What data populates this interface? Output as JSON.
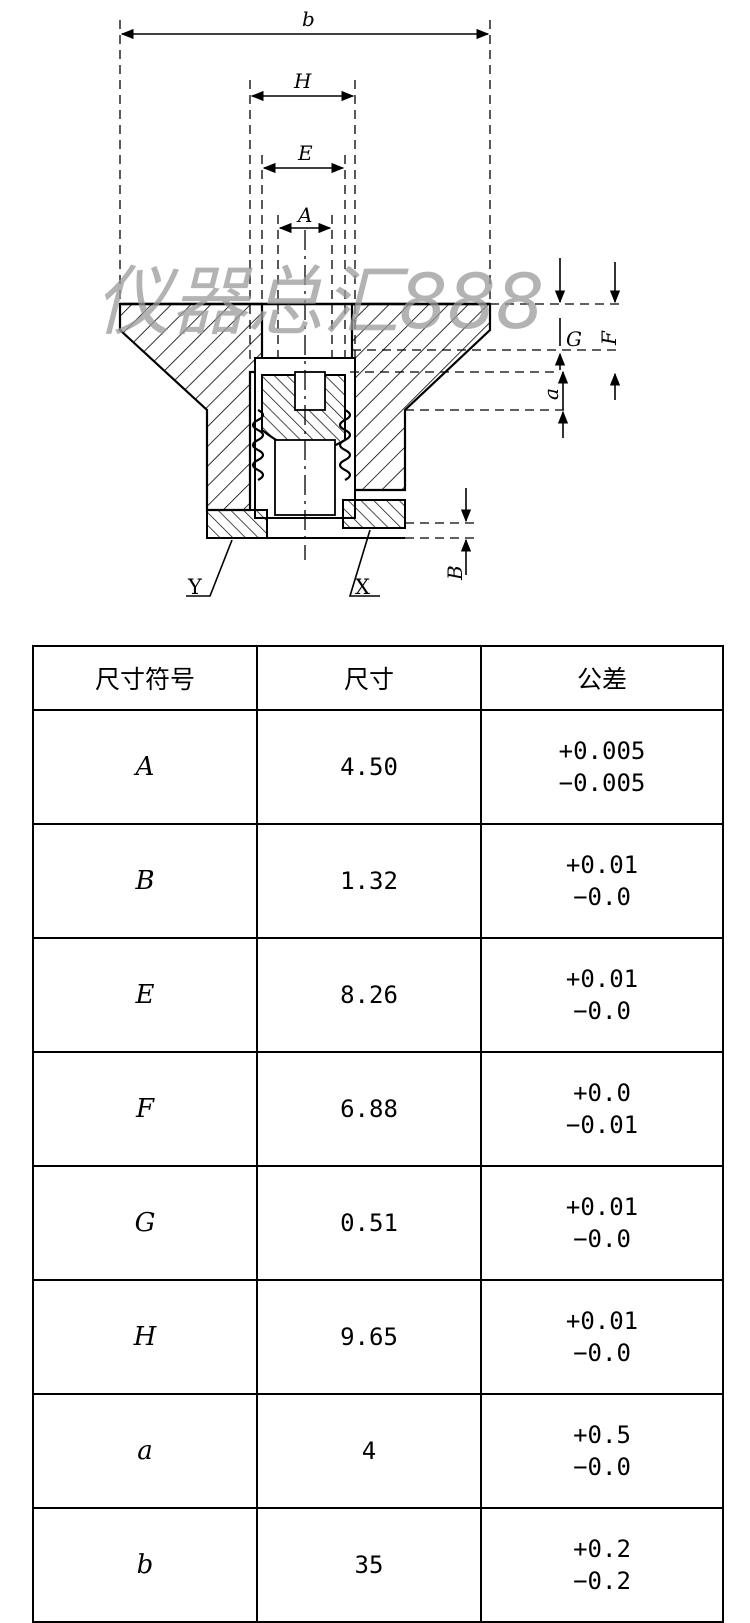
{
  "figure": {
    "dimension_labels": {
      "b": "b",
      "H": "H",
      "E": "E",
      "A": "A",
      "G": "G",
      "F": "F",
      "a": "a",
      "B": "B"
    },
    "callouts": {
      "Y": "Y",
      "X": "X"
    },
    "watermark": "仪器总汇888"
  },
  "table": {
    "headers": [
      "尺寸符号",
      "尺寸",
      "公差"
    ],
    "rows": [
      {
        "symbol": "A",
        "size": "4.50",
        "tol_plus": "+0.005",
        "tol_minus": "−0.005"
      },
      {
        "symbol": "B",
        "size": "1.32",
        "tol_plus": "+0.01",
        "tol_minus": "−0.0"
      },
      {
        "symbol": "E",
        "size": "8.26",
        "tol_plus": "+0.01",
        "tol_minus": "−0.0"
      },
      {
        "symbol": "F",
        "size": "6.88",
        "tol_plus": "+0.0",
        "tol_minus": "−0.01"
      },
      {
        "symbol": "G",
        "size": "0.51",
        "tol_plus": "+0.01",
        "tol_minus": "−0.0"
      },
      {
        "symbol": "H",
        "size": "9.65",
        "tol_plus": "+0.01",
        "tol_minus": "−0.0"
      },
      {
        "symbol": "a",
        "size": "4",
        "tol_plus": "+0.5",
        "tol_minus": "−0.0"
      },
      {
        "symbol": "b",
        "size": "35",
        "tol_plus": "+0.2",
        "tol_minus": "−0.2"
      }
    ]
  }
}
